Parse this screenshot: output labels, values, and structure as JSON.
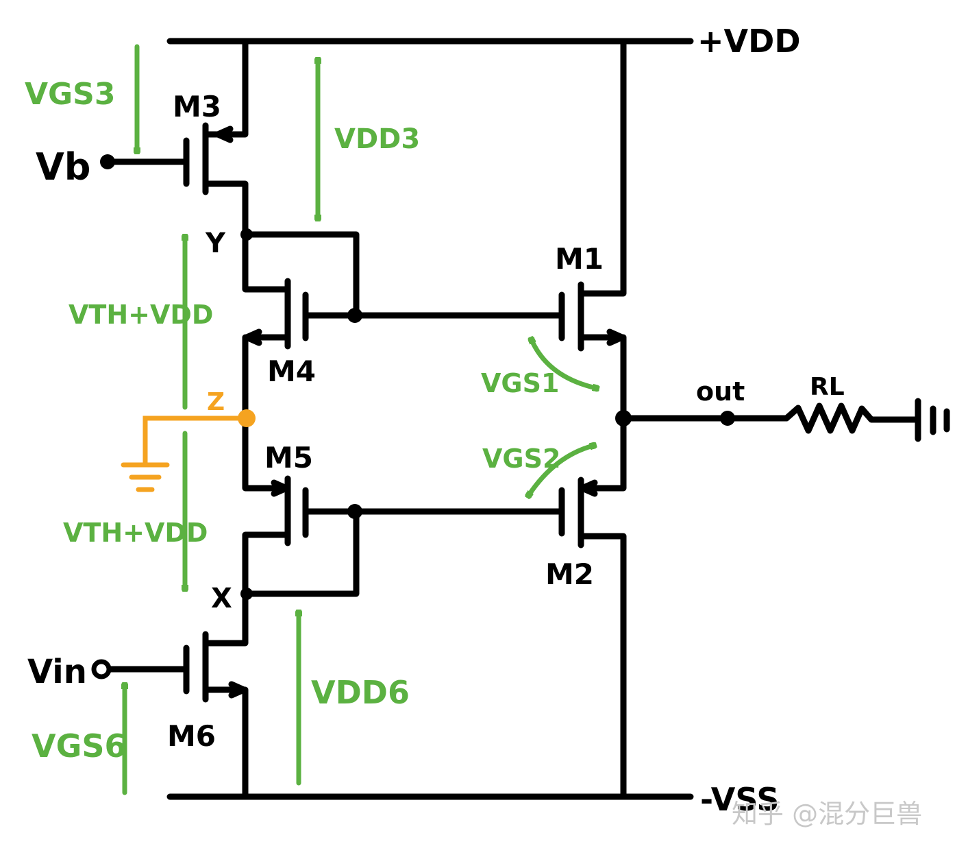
{
  "rails": {
    "vdd": "+VDD",
    "vss": "-VSS"
  },
  "transistors": {
    "m1": "M1",
    "m2": "M2",
    "m3": "M3",
    "m4": "M4",
    "m5": "M5",
    "m6": "M6"
  },
  "nodes": {
    "y": "Y",
    "x": "X",
    "z": "Z",
    "out": "out"
  },
  "inputs": {
    "vb": "Vb",
    "vin": "Vin"
  },
  "load": {
    "rl": "RL"
  },
  "annotations": {
    "vgs3": "VGS3",
    "vdd3": "VDD3",
    "vth_vdd_top": "VTH+VDD",
    "vth_vdd_bottom": "VTH+VDD",
    "vgs1": "VGS1",
    "vgs2": "VGS2",
    "vdd6": "VDD6",
    "vgs6": "VGS6"
  },
  "watermark": "知乎 @混分巨兽",
  "colors": {
    "wire": "#000000",
    "annotation": "#5bb141",
    "ground_node": "#f5a320"
  }
}
